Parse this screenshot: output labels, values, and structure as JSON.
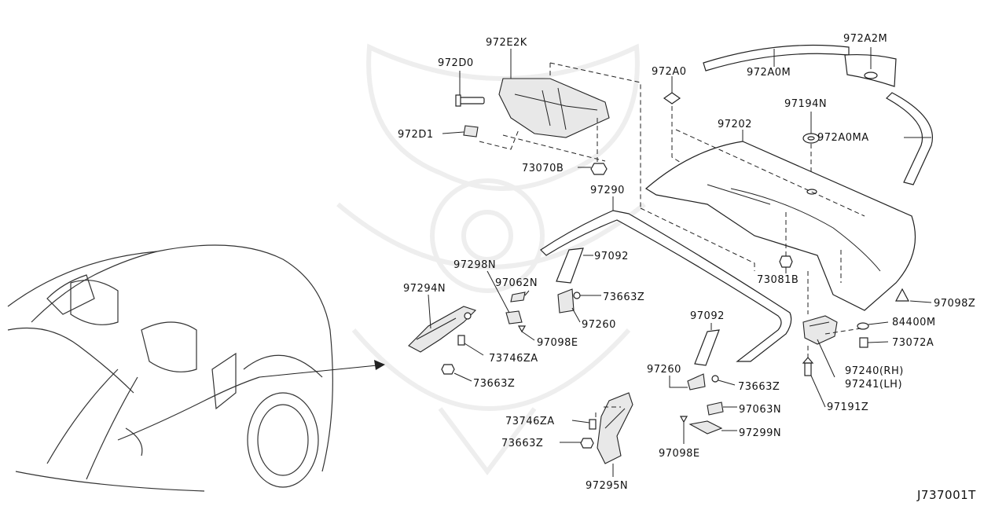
{
  "diagram_id": "J737001T",
  "labels": {
    "l972E2K": "972E2K",
    "l972D0": "972D0",
    "l972D1": "972D1",
    "l73070B": "73070B",
    "l972A0": "972A0",
    "l972A2M": "972A2M",
    "l972A0M": "972A0M",
    "l97194N": "97194N",
    "l97202": "97202",
    "l972A0MA": "972A0MA",
    "l97290": "97290",
    "l73081B": "73081B",
    "l97098Z": "97098Z",
    "l84400M": "84400M",
    "l73072A": "73072A",
    "l97240": "97240(RH)",
    "l97241": "97241(LH)",
    "l97191Z": "97191Z",
    "l97298N": "97298N",
    "l97092a": "97092",
    "l97062N": "97062N",
    "l73663Za": "73663Z",
    "l97260a": "97260",
    "l97098E_a": "97098E",
    "l97294N": "97294N",
    "l73746ZA_a": "73746ZA",
    "l73663Zb": "73663Z",
    "l97092b": "97092",
    "l97260b": "97260",
    "l73663Zc": "73663Z",
    "l97063N": "97063N",
    "l97299N": "97299N",
    "l97098E_b": "97098E",
    "l73746ZA_b": "73746ZA",
    "l73663Zd": "73663Z",
    "l97295N": "97295N"
  }
}
